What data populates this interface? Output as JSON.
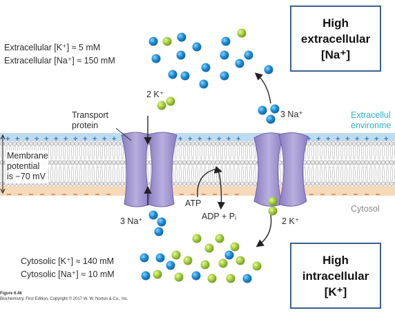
{
  "concentrations": {
    "extra_k": "Extracellular [K⁺] ≈ 5 mM",
    "extra_na": "Extracellular [Na⁺] ≈ 150 mM",
    "cyto_k": "Cytosolic [K⁺] ≈ 140 mM",
    "cyto_na": "Cytosolic [Na⁺] ≈ 10 mM"
  },
  "labels": {
    "transport_protein_1": "Transport",
    "transport_protein_2": "protein",
    "membrane_1": "Membrane",
    "membrane_2": "potential",
    "membrane_3": "is −70 mV",
    "extracellular_env_1": "Extracellul",
    "extracellular_env_2": "environme",
    "cytosol": "Cytosol",
    "atp": "ATP",
    "adp": "ADP + Pᵢ",
    "k_in_top": "2 K⁺",
    "na_out_top": "3 Na⁺",
    "na_in_bottom": "3 Na⁺",
    "k_bottom_right": "2 K⁺"
  },
  "callouts": {
    "na_box": {
      "line1": "High",
      "line2": "extracellular",
      "line3": "[Na⁺]"
    },
    "k_box": {
      "line1": "High",
      "line2": "intracellular",
      "line3": "[K⁺]"
    }
  },
  "caption": {
    "figure": "Figure 6.46",
    "source": "Biochemistry, First Edition, Copyright © 2017 W. W. Norton & Co., Inc."
  },
  "colors": {
    "sodium": "#1f8fd6",
    "potassium": "#a6cf3a",
    "protein": "#a79bd0",
    "env_label": "#2fb0c8"
  }
}
